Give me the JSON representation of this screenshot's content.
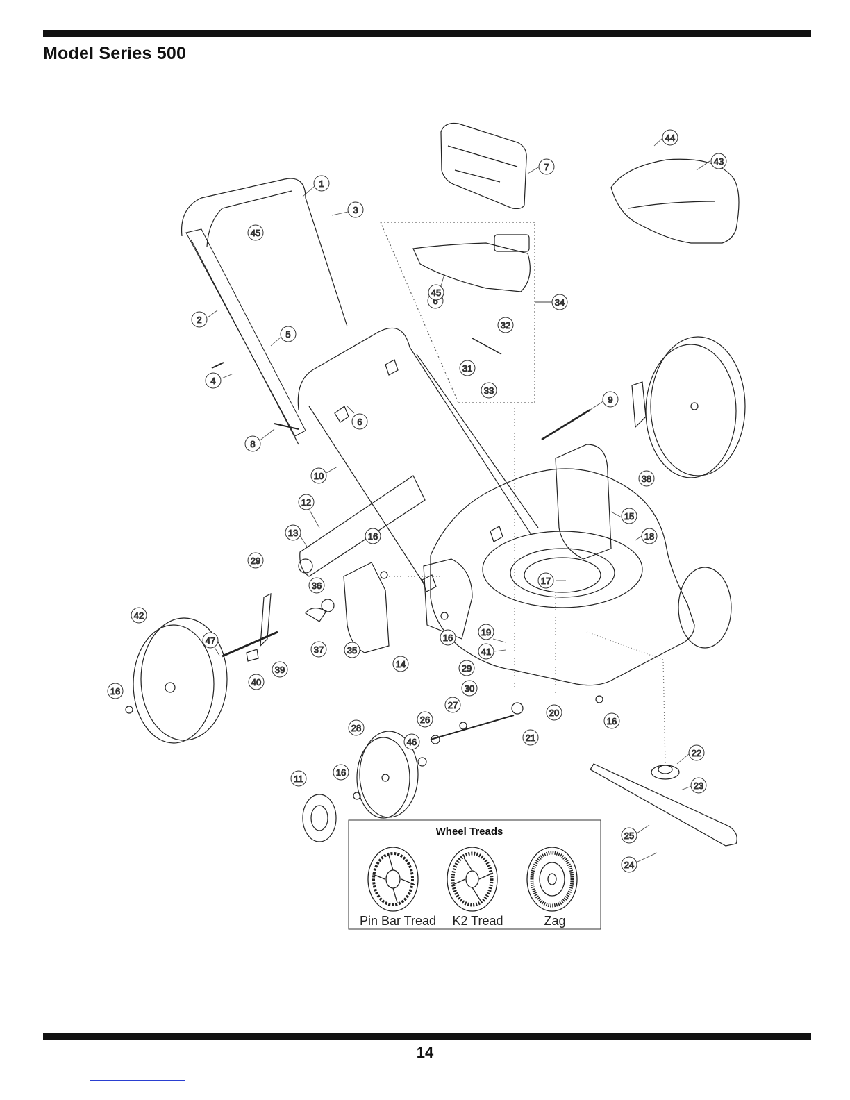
{
  "page": {
    "title": "Model Series 500",
    "page_number": "14"
  },
  "callouts": [
    "1",
    "2",
    "3",
    "4",
    "5",
    "6",
    "7",
    "8",
    "9",
    "10",
    "11",
    "12",
    "13",
    "14",
    "15",
    "16",
    "17",
    "18",
    "19",
    "20",
    "21",
    "22",
    "23",
    "24",
    "25",
    "26",
    "27",
    "28",
    "29",
    "30",
    "31",
    "32",
    "33",
    "34",
    "35",
    "36",
    "37",
    "38",
    "39",
    "40",
    "41",
    "42",
    "43",
    "44",
    "45",
    "46",
    "47"
  ],
  "wheel_treads": {
    "title": "Wheel Treads",
    "items": [
      "Pin Bar Tread",
      "K2 Tread",
      "Zag"
    ]
  }
}
